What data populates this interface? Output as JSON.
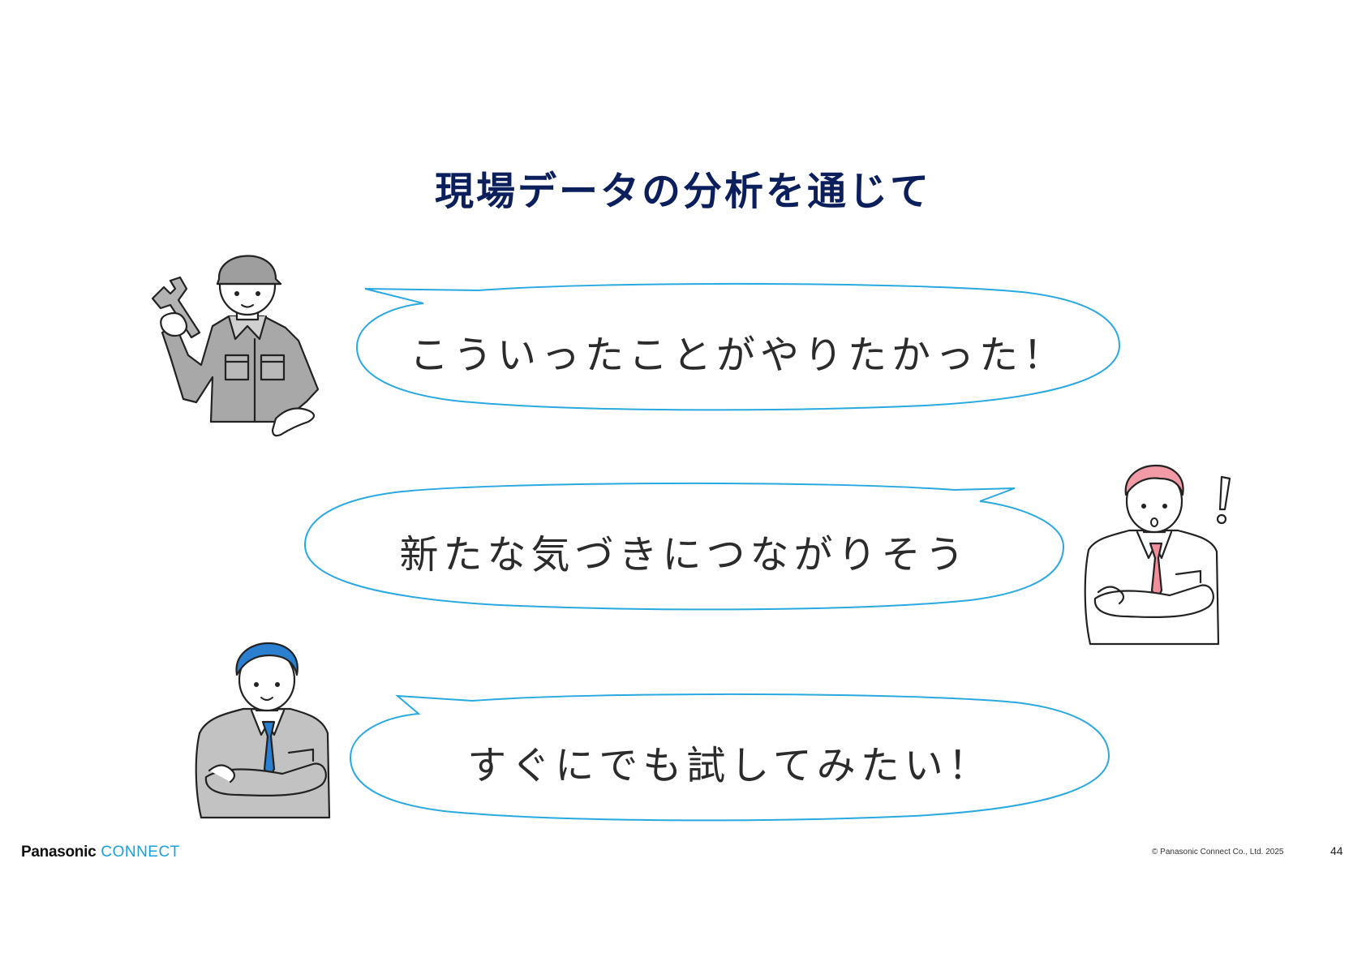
{
  "title": "現場データの分析を通じて",
  "bubbles": [
    {
      "text": "こういったことがやりたかった！"
    },
    {
      "text": "新たな気づきにつながりそう"
    },
    {
      "text": "すぐにでも試してみたい！"
    }
  ],
  "footer": {
    "brand_name": "Panasonic",
    "brand_product": "CONNECT",
    "copyright": "© Panasonic Connect Co., Ltd. 2025",
    "page_number": "44"
  },
  "colors": {
    "title": "#0b1f5c",
    "bubble_outline": "#29a9e0",
    "brand_accent": "#1aa0dc",
    "worker_uniform": "#a8a8a8",
    "pink_hair": "#f29aa6",
    "blue_hair": "#2a7fd0"
  },
  "icons": [
    "mechanic-with-wrench-illustration",
    "surprised-man-pink-hair-illustration",
    "exclamation-mark-icon",
    "man-blue-hair-illustration"
  ]
}
